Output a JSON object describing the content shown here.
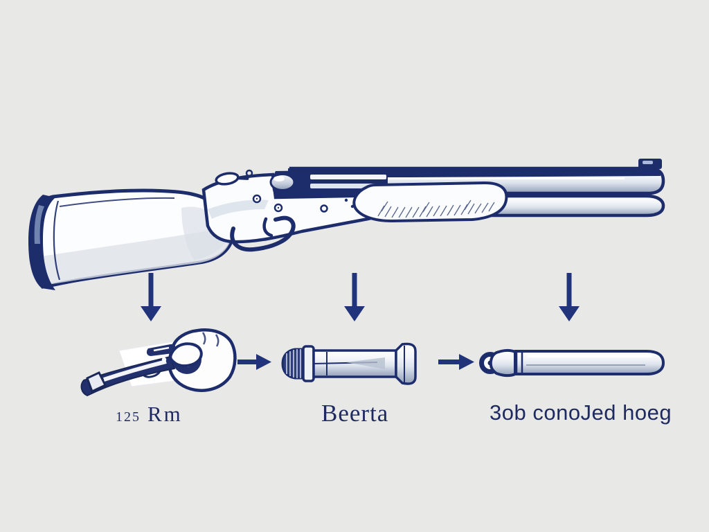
{
  "canvas": {
    "background": "#e8e8e7"
  },
  "palette": {
    "ink_navy": "#1d2c6b",
    "arrow_blue": "#21337b",
    "metal_silver": "#b9c2d2",
    "fill_white": "#fbfcfd",
    "label_navy": "#1e2a5f"
  },
  "illustration": {
    "subject_icon": "over-under-shotgun-illustration"
  },
  "flow": {
    "down_arrow_count": 3,
    "right_arrow_count": 2,
    "steps": [
      {
        "icon": "opening-lever-hand-icon",
        "label_small": "125",
        "label_big": "Rm"
      },
      {
        "icon": "choke-tube-icon",
        "label": "Beerta"
      },
      {
        "icon": "cleaning-rod-icon",
        "label": "3ob conoJed hoeg"
      }
    ]
  }
}
